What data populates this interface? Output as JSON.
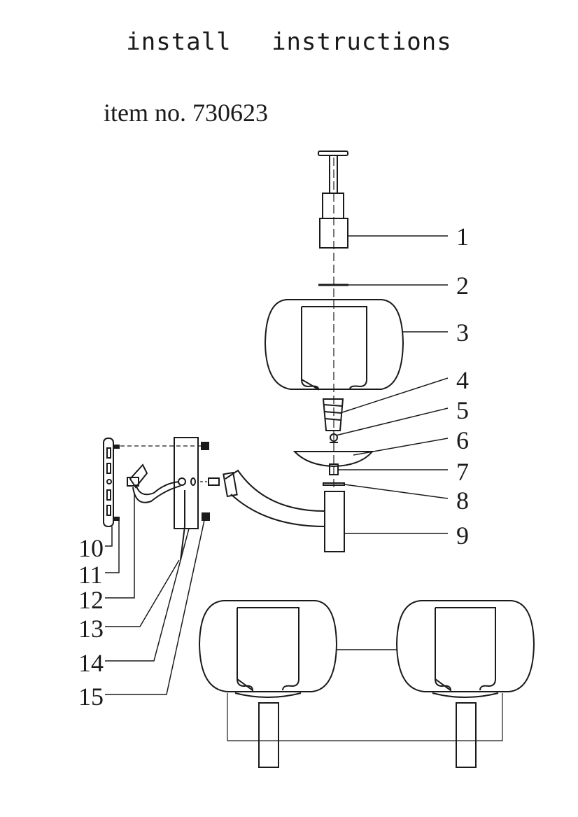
{
  "header": {
    "title_word1": "install",
    "title_word2": "instructions",
    "item_label": "item no. 730623"
  },
  "callouts": [
    "1",
    "2",
    "3",
    "4",
    "5",
    "6",
    "7",
    "8",
    "9",
    "10",
    "11",
    "12",
    "13",
    "14",
    "15"
  ],
  "colors": {
    "ink": "#1a1a1a",
    "paper": "#ffffff"
  }
}
